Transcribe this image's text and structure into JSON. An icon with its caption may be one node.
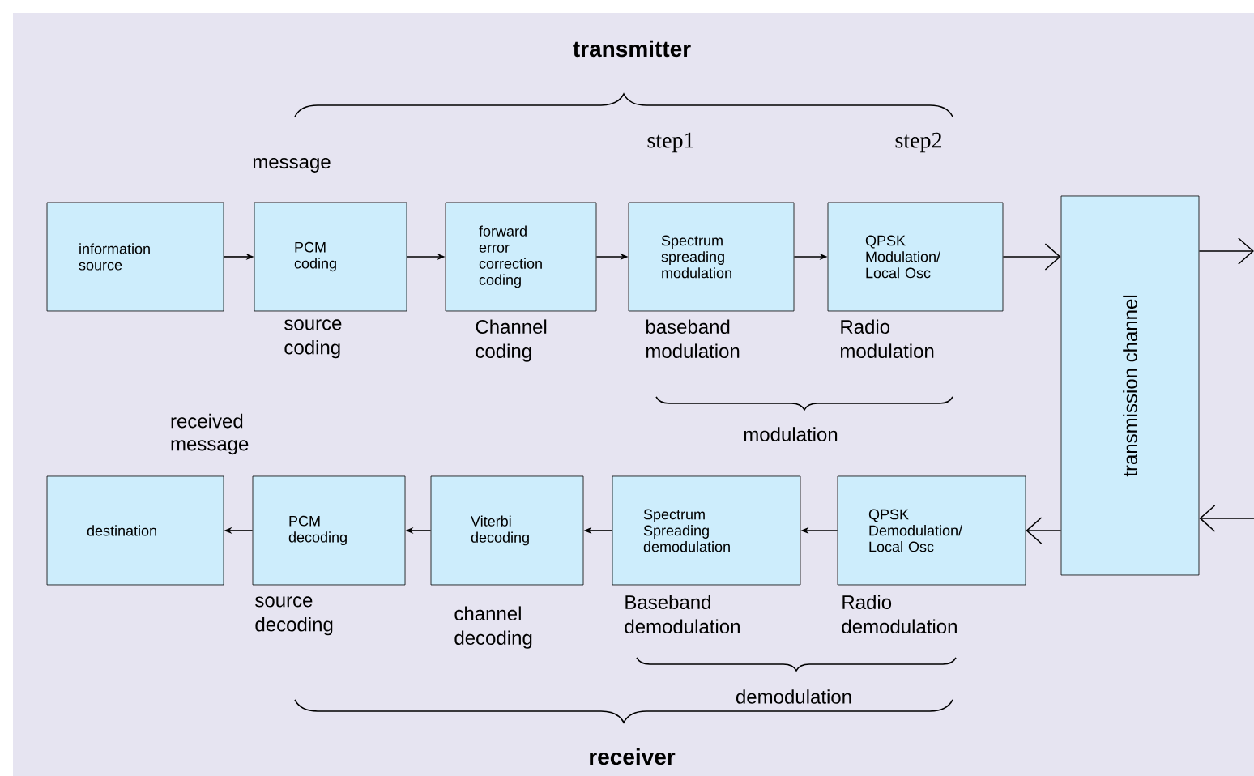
{
  "diagram": {
    "nodes": [
      {
        "text": [
          "information source"
        ]
      },
      {
        "text": [
          "PCM coding"
        ],
        "beside": [
          "source coding"
        ]
      },
      {
        "text": [
          "forward error correction coding"
        ],
        "beside": [
          "Channel coding"
        ]
      },
      {
        "text": [
          "Spectrum spreading modulation"
        ],
        "beside": [
          "baseband modulation"
        ]
      },
      {
        "text": [
          "QPSK Modulation/ Local Osc"
        ],
        "beside": [
          "Radio modulation"
        ]
      },
      {
        "text": [
          "transmission channel"
        ]
      },
      {
        "text": [
          "destination"
        ]
      },
      {
        "text": [
          "PCM decoding"
        ],
        "beside": [
          "source decoding"
        ]
      },
      {
        "text": [
          "Viterbi decoding"
        ],
        "beside": [
          "channel decoding"
        ]
      },
      {
        "text": [
          "Spectrum Spreading demodulation"
        ],
        "beside": [
          "Baseband demodulation"
        ]
      },
      {
        "text": [
          "QPSK Demodulation/ Local Osc"
        ],
        "beside": [
          "Radio demodulation"
        ]
      }
    ],
    "edges": [
      {
        "from": 0,
        "to": 1,
        "arrow": "to"
      },
      {
        "from": 1,
        "to": 2,
        "arrow": "to"
      },
      {
        "from": 2,
        "to": 3,
        "arrow": "to"
      },
      {
        "from": 3,
        "to": 4,
        "arrow": "to"
      },
      {
        "from": 4,
        "to": 5,
        "arrow": "to"
      },
      {
        "from": 5,
        "to": null,
        "arrow": "to"
      },
      {
        "from": null,
        "to": 5,
        "arrow": "to"
      },
      {
        "from": 5,
        "to": 10,
        "arrow": "to"
      },
      {
        "from": 10,
        "to": 9,
        "arrow": "to"
      },
      {
        "from": 9,
        "to": 8,
        "arrow": "to"
      },
      {
        "from": 8,
        "to": 7,
        "arrow": "to"
      },
      {
        "from": 7,
        "to": 6,
        "arrow": "to"
      }
    ],
    "labels": [
      "transmitter",
      "step1",
      "step2",
      "message",
      "modulation",
      "received message",
      "demodulation",
      "receiver"
    ]
  }
}
